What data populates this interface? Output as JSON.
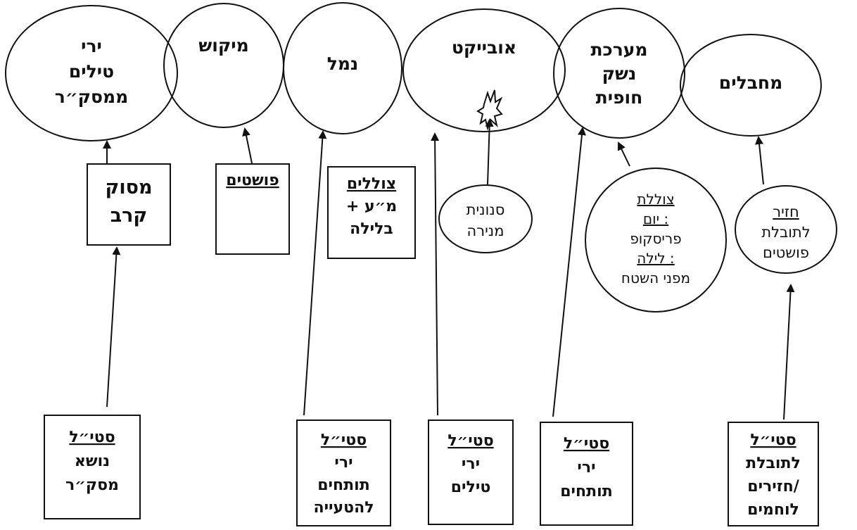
{
  "colors": {
    "ink": "#111111",
    "paper": "#ffffff"
  },
  "circles": [
    {
      "id": "missile-fire",
      "lines": [
        "ירי",
        "טילים",
        "ממסק״ר"
      ]
    },
    {
      "id": "port",
      "lines": [
        "מיקוש"
      ]
    },
    {
      "id": "harbor",
      "lines": [
        "נמל"
      ]
    },
    {
      "id": "object",
      "lines": [
        "אובייקט"
      ]
    },
    {
      "id": "coastal-weapon-system",
      "lines": [
        "מערכת",
        "נשק",
        "חופית"
      ]
    },
    {
      "id": "terrorists",
      "lines": [
        "מחבלים"
      ]
    }
  ],
  "mid_boxes": [
    {
      "id": "battle-frigate",
      "lines": [
        "מסוק",
        "קרב"
      ]
    },
    {
      "id": "civilians",
      "lines": [
        "פושטים"
      ],
      "underline": [
        0
      ]
    },
    {
      "id": "divers",
      "lines": [
        "צוללים",
        "+ מ״ע",
        "בלילה"
      ],
      "underline": [
        0
      ]
    }
  ],
  "mid_ellipses": [
    {
      "id": "lighting-swallow",
      "lines": [
        "סנונית",
        "מנירה"
      ]
    },
    {
      "id": "submarine",
      "lines": [
        "צוללת",
        "יום :",
        "פריסקופ",
        "לילה :",
        "מפני השטח"
      ],
      "underline": [
        0,
        1,
        3
      ]
    },
    {
      "id": "returning",
      "lines": [
        "חזיר",
        "לתובלת",
        "פושטים"
      ],
      "underline": [
        0
      ]
    }
  ],
  "bottom_boxes": [
    {
      "id": "missile-carrier",
      "lines": [
        "סטי״ל",
        "נושא",
        "מסק״ר"
      ],
      "underline": [
        0
      ]
    },
    {
      "id": "artillery-fire",
      "lines": [
        "סטי״ל",
        "ירי",
        "תותחים",
        "להטעייה"
      ],
      "underline": [
        0
      ]
    },
    {
      "id": "missiles-fire",
      "lines": [
        "סטי״ל",
        "ירי",
        "טילים"
      ],
      "underline": [
        0
      ]
    },
    {
      "id": "guns-fire",
      "lines": [
        "סטי״ל",
        "ירי",
        "תותחים"
      ],
      "underline": [
        0
      ]
    },
    {
      "id": "transport",
      "lines": [
        "סטי״ל",
        "לתובלת",
        "חזירים/",
        "לוחמים"
      ],
      "underline": [
        0
      ]
    }
  ]
}
